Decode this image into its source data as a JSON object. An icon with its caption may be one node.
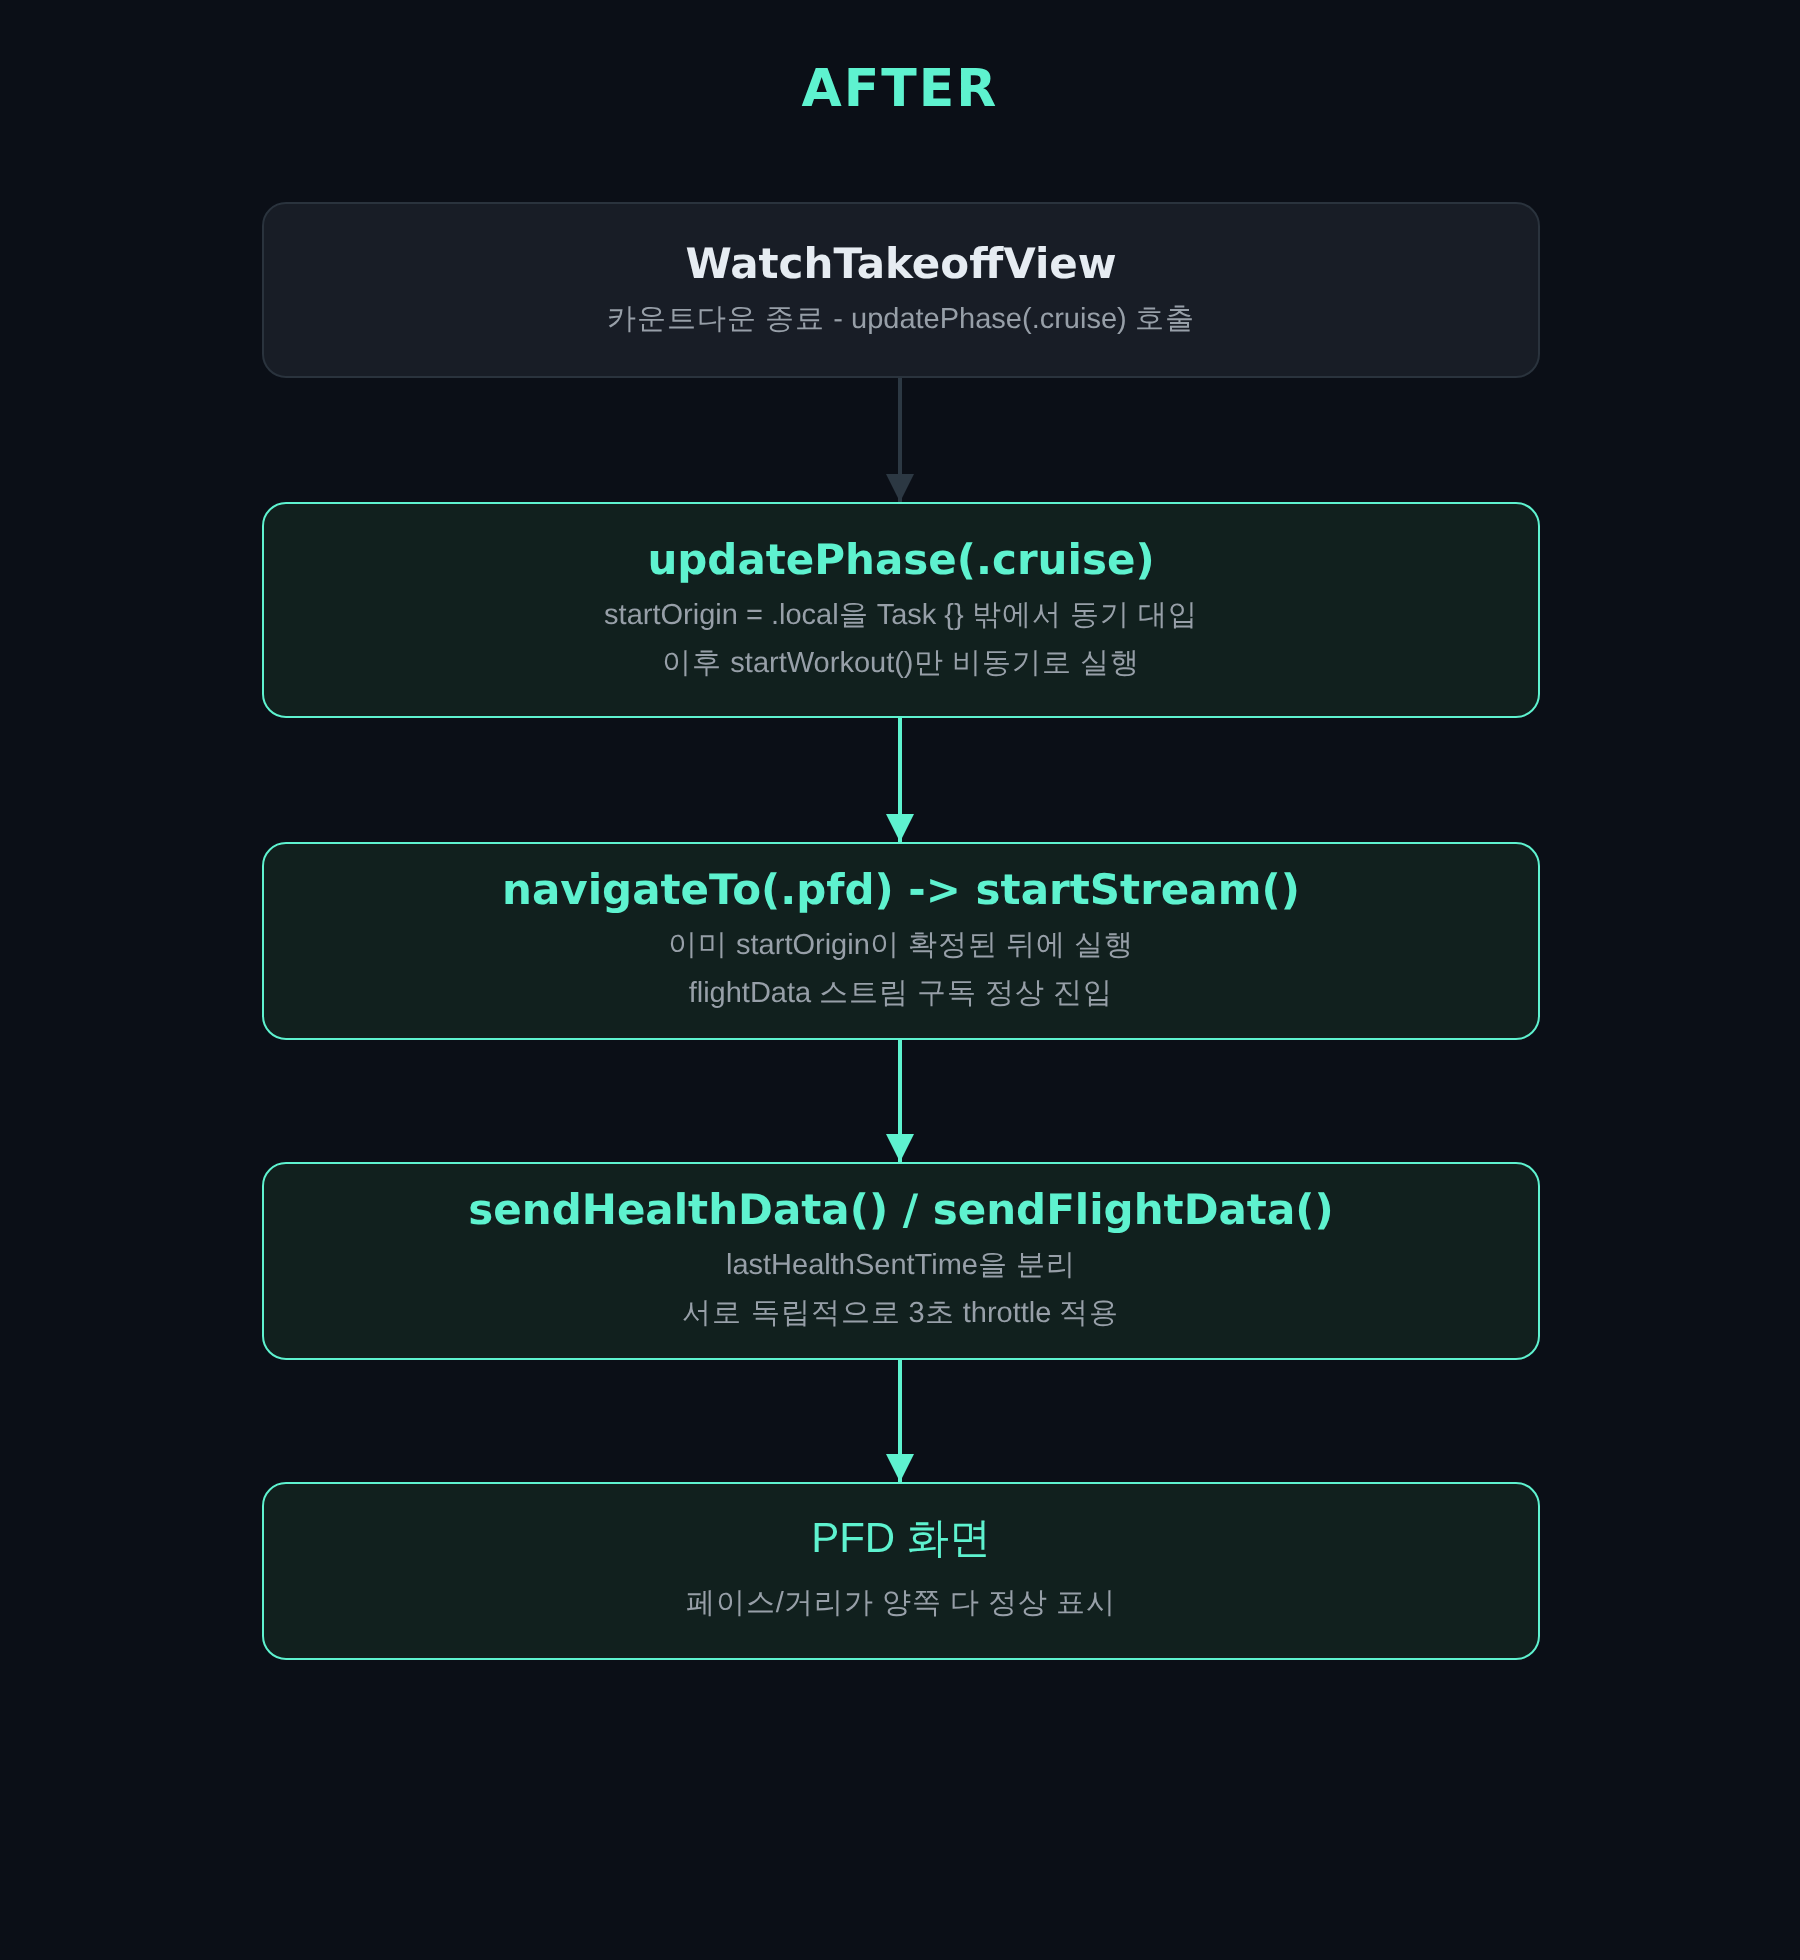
{
  "diagram": {
    "title": "AFTER",
    "nodes": [
      {
        "text": [
          "WatchTakeoffView",
          "카운트다운 종료 - updatePhase(.cruise) 호출"
        ]
      },
      {
        "text": [
          "updatePhase(.cruise)",
          "startOrigin = .local을 Task {} 밖에서 동기 대입",
          "이후 startWorkout()만 비동기로 실행"
        ]
      },
      {
        "text": [
          "navigateTo(.pfd) -> startStream()",
          "이미 startOrigin이 확정된 뒤에 실행",
          "flightData 스트림 구독 정상 진입"
        ]
      },
      {
        "text": [
          "sendHealthData() / sendFlightData()",
          "lastHealthSentTime을 분리",
          "서로 독립적으로 3초 throttle 적용"
        ]
      },
      {
        "text": [
          "PFD 화면",
          "페이스/거리가 양쪽 다 정상 표시"
        ]
      }
    ],
    "edges": [
      {
        "from": 0,
        "to": 1,
        "arrow": "to",
        "color": "#2c3843"
      },
      {
        "from": 1,
        "to": 2,
        "arrow": "to"
      },
      {
        "from": 2,
        "to": 3,
        "arrow": "to"
      },
      {
        "from": 3,
        "to": 4,
        "arrow": "to"
      }
    ]
  }
}
